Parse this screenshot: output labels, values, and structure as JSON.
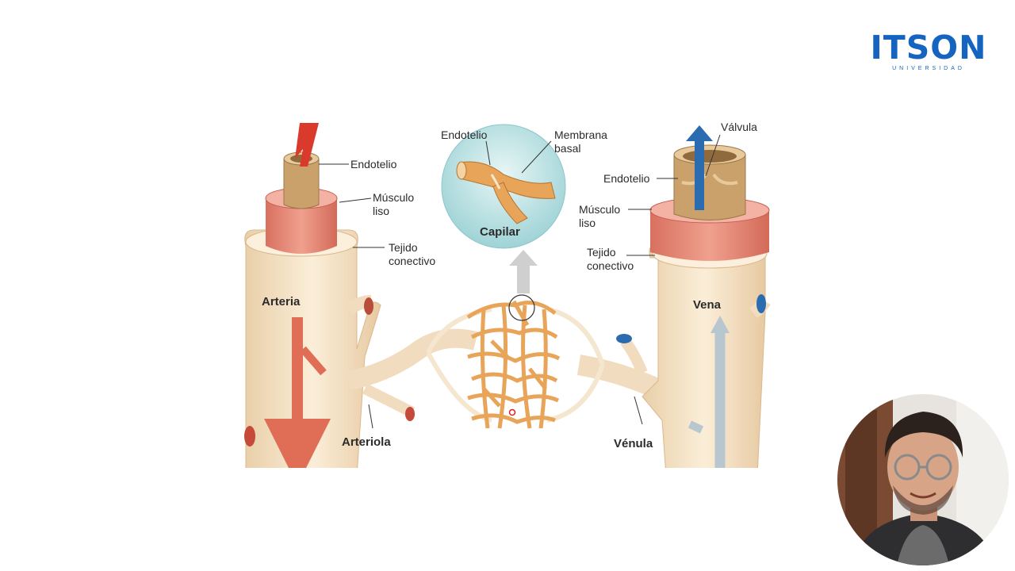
{
  "logo": {
    "word": "ITSON",
    "subtitle": "UNIVERSIDAD"
  },
  "colors": {
    "brand": "#1565c0",
    "arterial_flow": "#d93a2b",
    "venous_flow": "#2b6cb0",
    "vessel_wall": "#f7e2c4",
    "smooth_muscle": "#e9897a",
    "capillary": "#e8a458"
  },
  "labels": {
    "arteria": "Arteria",
    "arteriola": "Arteriola",
    "vena": "Vena",
    "venula": "Vénula",
    "capilar": "Capilar",
    "endotelio_arteria": "Endotelio",
    "musculo_arteria": "Músculo liso",
    "tejido_arteria": "Tejido conectivo",
    "endotelio_capilar": "Endotelio",
    "membrana_capilar": "Membrana basal",
    "valvula": "Válvula",
    "endotelio_vena": "Endotelio",
    "musculo_vena": "Músculo liso",
    "tejido_vena": "Tejido conectivo"
  },
  "webcam": {
    "description_icon": "presenter-webcam-icon"
  }
}
